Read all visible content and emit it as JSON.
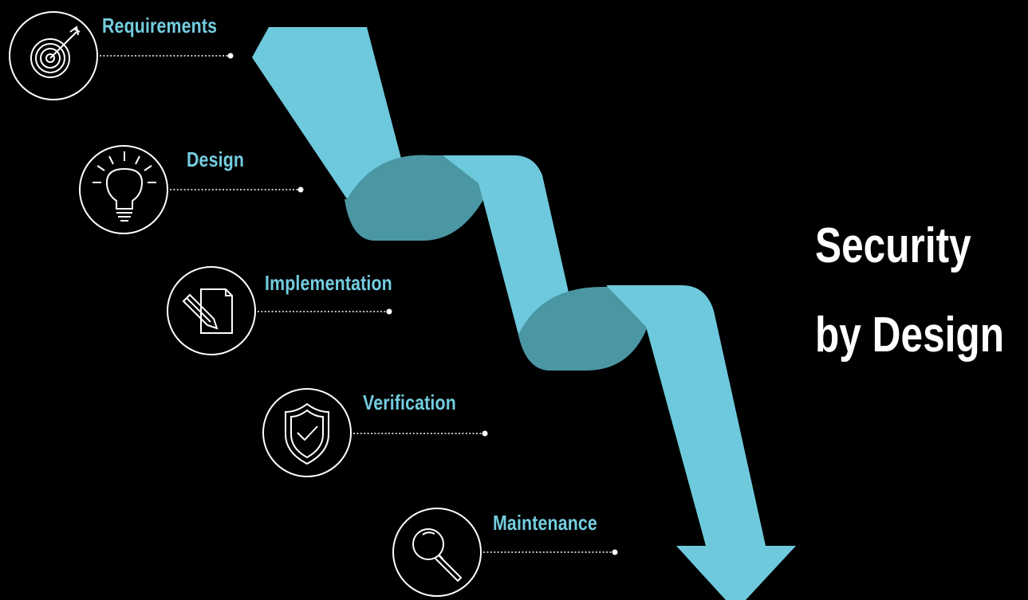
{
  "title": {
    "line1": "Security",
    "line2": "by Design"
  },
  "steps": [
    {
      "label": "Requirements",
      "icon": "target-icon"
    },
    {
      "label": "Design",
      "icon": "lightbulb-icon"
    },
    {
      "label": "Implementation",
      "icon": "pencil-document-icon"
    },
    {
      "label": "Verification",
      "icon": "shield-check-icon"
    },
    {
      "label": "Maintenance",
      "icon": "magnifier-icon"
    }
  ],
  "colors": {
    "background": "#000000",
    "accent": "#74cde0",
    "ribbon_shade": "#4a97a3",
    "text": "#ffffff"
  }
}
